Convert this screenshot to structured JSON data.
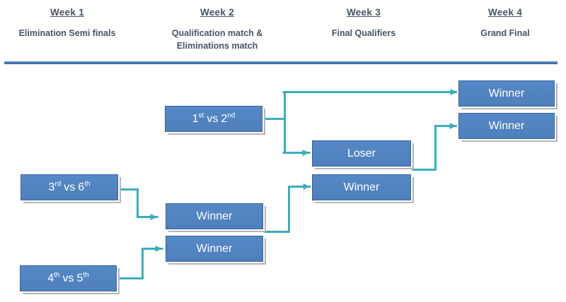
{
  "header": {
    "columns": [
      {
        "week": "Week 1",
        "subtitle": "Elimination Semi finals"
      },
      {
        "week": "Week 2",
        "subtitle": "Qualification match & Eliminations match"
      },
      {
        "week": "Week 3",
        "subtitle": "Final Qualifiers"
      },
      {
        "week": "Week 4",
        "subtitle": "Grand Final"
      }
    ]
  },
  "bracket": {
    "seed_matches": [
      {
        "rank_a": "1",
        "ordinal_a": "st",
        "vs": "vs",
        "rank_b": "2",
        "ordinal_b": "nd"
      },
      {
        "rank_a": "3",
        "ordinal_a": "rd",
        "vs": "vs",
        "rank_b": "6",
        "ordinal_b": "th"
      },
      {
        "rank_a": "4",
        "ordinal_a": "th",
        "vs": "vs",
        "rank_b": "5",
        "ordinal_b": "th"
      }
    ],
    "week2_results": [
      {
        "label": "Winner"
      },
      {
        "label": "Winner"
      }
    ],
    "week3_results": [
      {
        "label": "Loser"
      },
      {
        "label": "Winner"
      }
    ],
    "week4_results": [
      {
        "label": "Winner"
      },
      {
        "label": "Winner"
      }
    ]
  },
  "colors": {
    "box_fill": "#4e80bc",
    "box_fill_top": "#5588c6",
    "box_border": "#36659e",
    "box_text": "#ffffff",
    "connector": "#3aafbe",
    "heading_text": "#44546a",
    "divider": "#4f81bd",
    "shadow": "#b5b5b5"
  }
}
